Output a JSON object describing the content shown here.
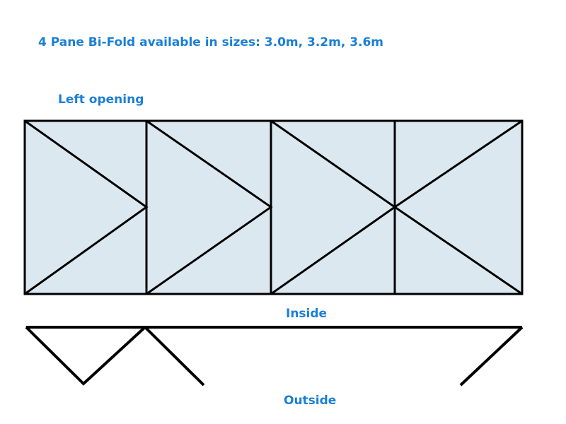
{
  "title": "4 Pane Bi-Fold available in sizes: 3.0m, 3.2m, 3.6m",
  "opening_label": "Left opening",
  "inside_label": "Inside",
  "outside_label": "Outside",
  "colors": {
    "label_text": "#1a7fd6",
    "pane_fill": "#dce8f0",
    "line": "#000000"
  },
  "panes": [
    {
      "index": 1,
      "swing_mark": "triangle-right"
    },
    {
      "index": 2,
      "swing_mark": "triangle-right"
    },
    {
      "index": 3,
      "swing_mark": "triangle-right"
    },
    {
      "index": 4,
      "swing_mark": "triangle-left"
    }
  ]
}
